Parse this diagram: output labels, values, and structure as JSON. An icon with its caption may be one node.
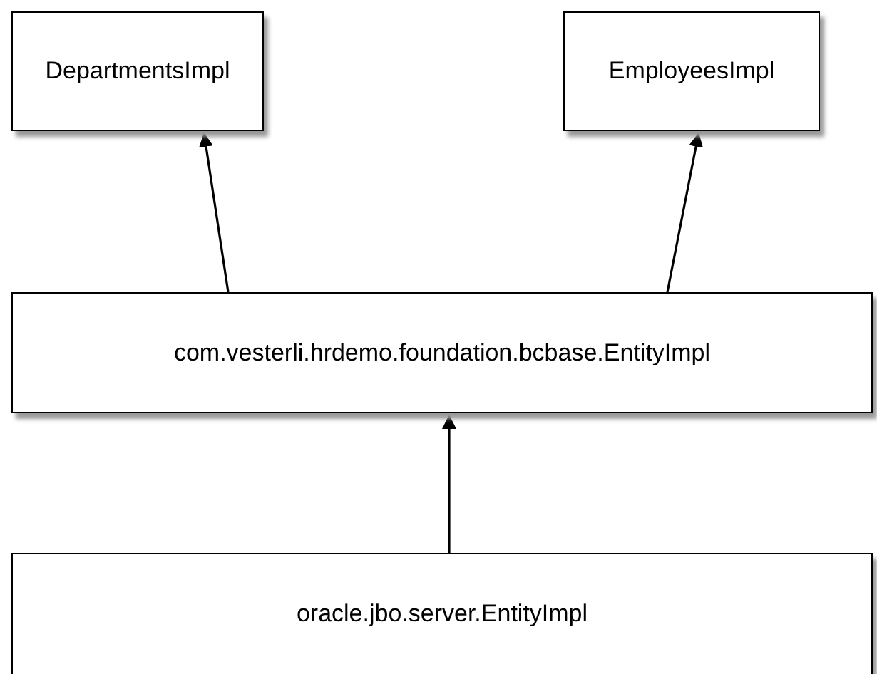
{
  "diagram": {
    "nodes": [
      {
        "text": [
          "DepartmentsImpl"
        ]
      },
      {
        "text": [
          "EmployeesImpl"
        ]
      },
      {
        "text": [
          "com.vesterli.hrdemo.foundation.bcbase.EntityImpl"
        ]
      },
      {
        "text": [
          "oracle.jbo.server.EntityImpl"
        ]
      }
    ],
    "edges": [
      {
        "from": 2,
        "to": 0,
        "arrow": "to"
      },
      {
        "from": 2,
        "to": 1,
        "arrow": "to"
      },
      {
        "from": 3,
        "to": 2,
        "arrow": "to"
      }
    ]
  }
}
